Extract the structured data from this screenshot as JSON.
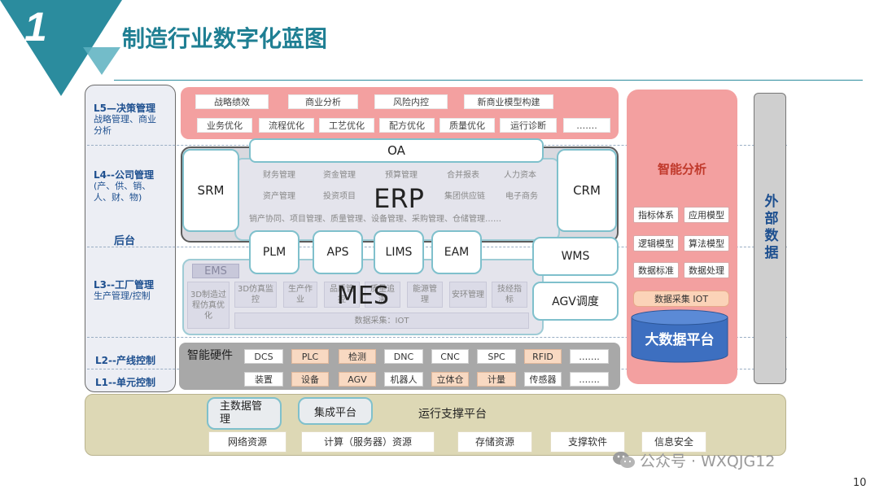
{
  "header": {
    "number": "1",
    "title": "制造行业数字化蓝图"
  },
  "levels": {
    "l5_title": "L5—决策管理",
    "l5_sub1": "战略管理、商业",
    "l5_sub2": "分析",
    "l4_title": "L4--公司管理",
    "l4_sub1": "(产、供、销、",
    "l4_sub2": "人、财、物)",
    "houtai": "后台",
    "l3_title": "L3--工厂管理",
    "l3_sub": "生产管理/控制",
    "l2": "L2--产线控制",
    "l1": "L1--单元控制"
  },
  "decision": {
    "row1": [
      "战略绩效",
      "商业分析",
      "风险内控",
      "新商业模型构建"
    ],
    "row2": [
      "业务优化",
      "流程优化",
      "工艺优化",
      "配方优化",
      "质量优化",
      "运行诊断",
      "……."
    ]
  },
  "company": {
    "oa": "OA",
    "srm": "SRM",
    "crm": "CRM",
    "erp": "ERP",
    "erp_row1": [
      "财务管理",
      "资金管理",
      "预算管理",
      "合并报表",
      "人力资本"
    ],
    "erp_row2": [
      "资产管理",
      "投资项目",
      "集团供应链",
      "电子商务"
    ],
    "erp_row3": "销产协同、项目管理、质量管理、设备管理、采购管理、仓储管理……"
  },
  "factory": {
    "plm": "PLM",
    "aps": "APS",
    "lims": "LIMS",
    "eam": "EAM",
    "wms": "WMS",
    "agv": "AGV调度",
    "ems": "EMS",
    "mes": "MES",
    "mes_modules": [
      "3D制造过程仿真优化",
      "3D仿真监控",
      "生产作业",
      "品质管控",
      "质量追溯",
      "能源管理",
      "安环管理",
      "技经指标"
    ],
    "data_collect": "数据采集：IOT"
  },
  "hardware": {
    "label": "智能硬件",
    "row1": [
      "DCS",
      "PLC",
      "检测",
      "DNC",
      "CNC",
      "SPC",
      "RFID",
      "……."
    ],
    "row2": [
      "装置",
      "设备",
      "AGV",
      "机器人",
      "立体仓",
      "计量",
      "传感器",
      "……."
    ],
    "highlighted": [
      "PLC",
      "检测",
      "RFID",
      "设备",
      "AGV",
      "立体仓",
      "计量"
    ]
  },
  "analytics": {
    "title": "智能分析",
    "items": [
      "指标体系",
      "应用模型",
      "逻辑模型",
      "算法模型",
      "数据标准",
      "数据处理"
    ],
    "iot": "数据采集 IOT",
    "bigdata": "大数据平台"
  },
  "external": "外部数据",
  "support": {
    "master_data": "主数据管理",
    "integration": "集成平台",
    "label": "运行支撑平台",
    "items": [
      "网络资源",
      "计算（服务器）资源",
      "存储资源",
      "支撑软件",
      "信息安全"
    ]
  },
  "watermark": "公众号 · WXQJG12",
  "page_number": "10",
  "colors": {
    "teal": "#2b8c9e",
    "pink": "#f3a0a0",
    "bigdata_blue": "#3d6fc0",
    "support_tan": "#ddd8b5",
    "level_column": "#eceef4"
  }
}
